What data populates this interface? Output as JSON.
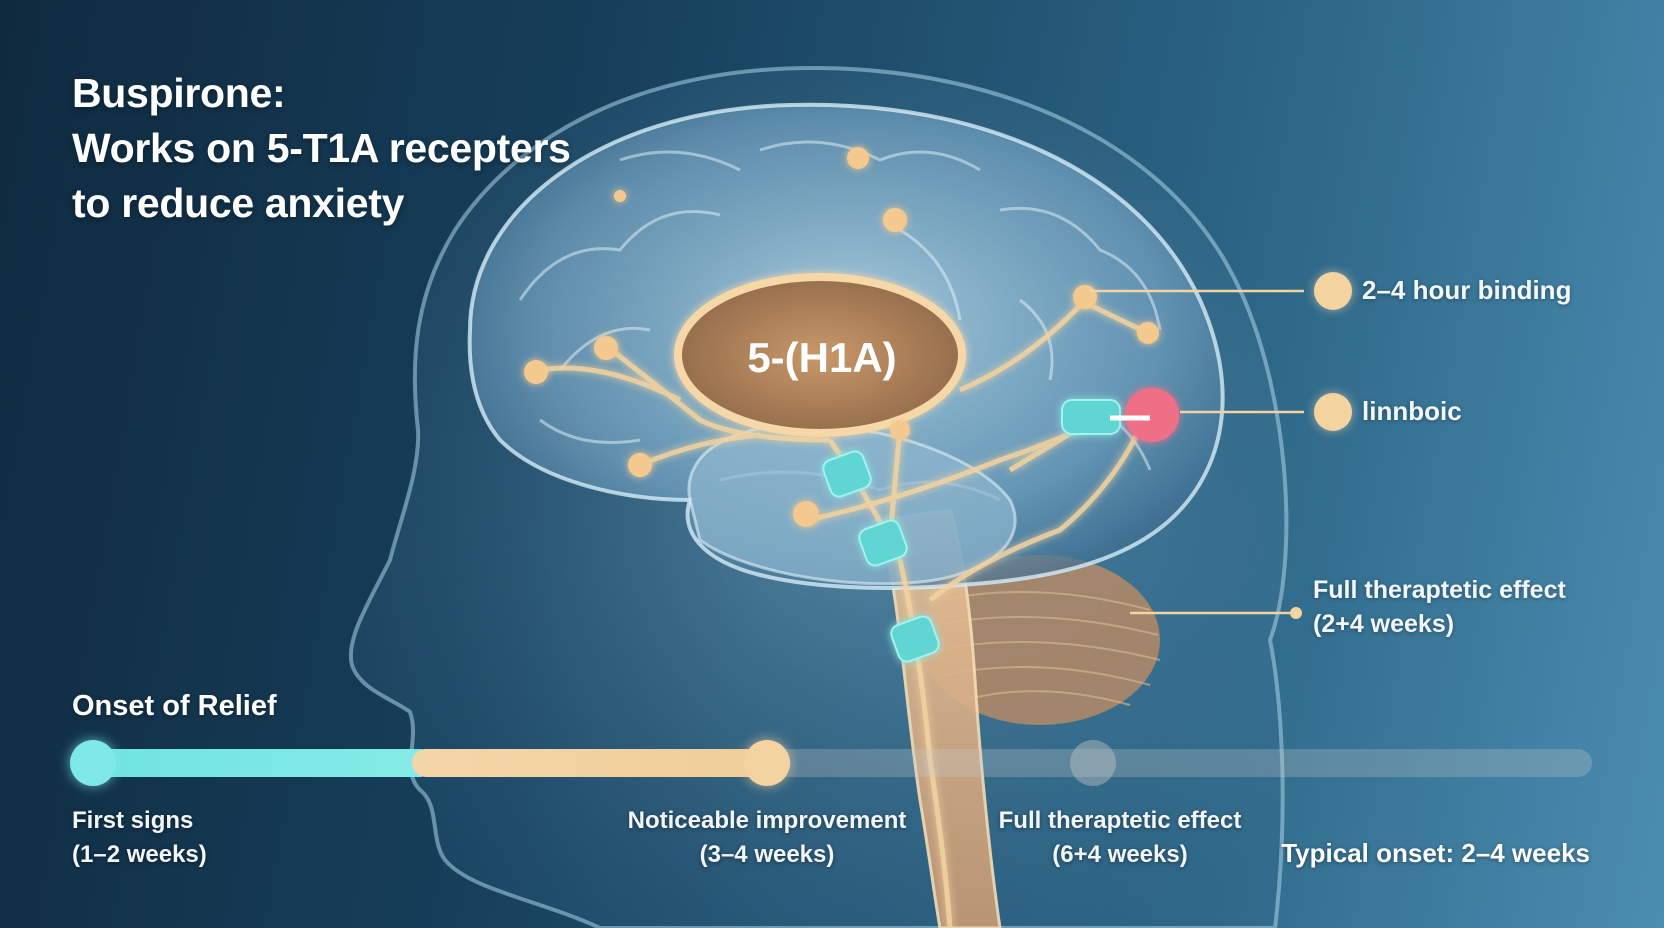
{
  "title": {
    "line1": "Buspirone:",
    "line2": "Works on 5-T1A recepters",
    "line3": "to reduce anxiety"
  },
  "receptor_label": "5-(H1A)",
  "callouts": {
    "binding": "2–4 hour binding",
    "limbic": "linnboic",
    "full_effect_line1": "Full theraptetic effect",
    "full_effect_line2": "(2+4 weeks)"
  },
  "timeline": {
    "title": "Onset of Relief",
    "milestones": [
      {
        "label": "First signs",
        "duration": "(1–2 weeks)"
      },
      {
        "label": "Noticeable improvement",
        "duration": "(3–4 weeks)"
      },
      {
        "label": "Full theraptetic effect",
        "duration": "(6+4 weeks)"
      }
    ],
    "typical_onset": "Typical onset: 2–4 weeks"
  },
  "colors": {
    "teal": "#7ee9e6",
    "gold": "#f3d3a0",
    "pink": "#ef6f86",
    "background": "#17405c"
  }
}
